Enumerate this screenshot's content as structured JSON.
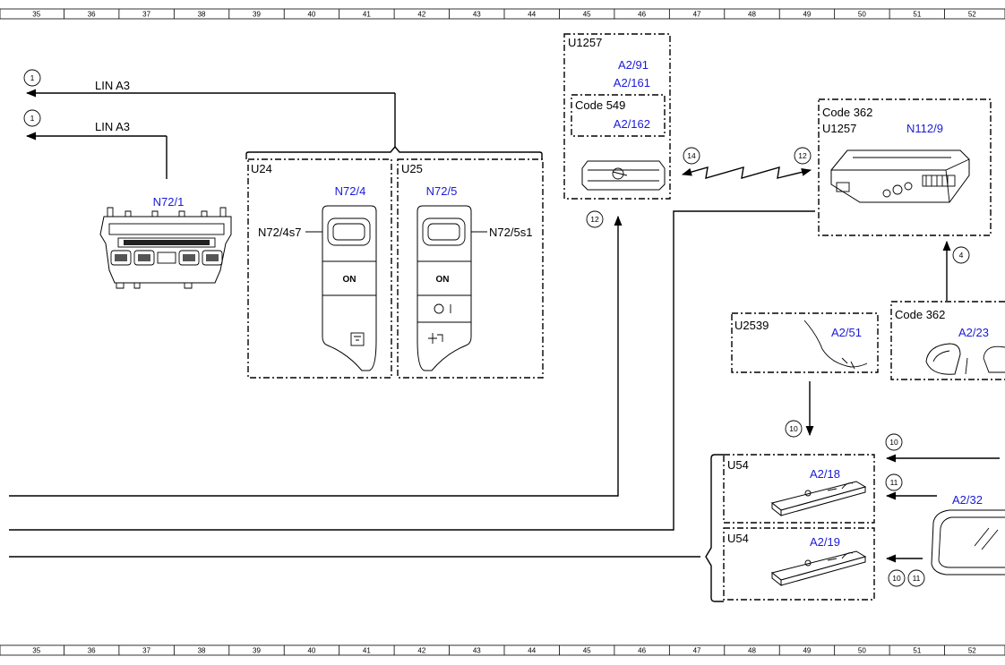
{
  "ruler": {
    "numbers": [
      "35",
      "36",
      "37",
      "38",
      "39",
      "40",
      "41",
      "42",
      "43",
      "44",
      "45",
      "46",
      "47",
      "48",
      "49",
      "50",
      "51",
      "52"
    ]
  },
  "components": {
    "u24": {
      "group": "U24",
      "part": "N72/4",
      "switch": "N72/4s7",
      "button_label": "ON"
    },
    "u25": {
      "group": "U25",
      "part": "N72/5",
      "switch": "N72/5s1",
      "button_label": "ON"
    },
    "n72_1": {
      "part": "N72/1"
    },
    "u1257_top": {
      "group": "U1257",
      "part1": "A2/91",
      "part2": "A2/161",
      "code": "Code 549",
      "code_part": "A2/162"
    },
    "right_module": {
      "code": "Code 362",
      "group": "U1257",
      "part": "N112/9"
    },
    "u2539": {
      "group": "U2539",
      "part": "A2/51"
    },
    "code362_mirror": {
      "code": "Code 362",
      "part": "A2/23"
    },
    "u54_a": {
      "group": "U54",
      "part": "A2/18"
    },
    "u54_b": {
      "group": "U54",
      "part": "A2/19"
    },
    "windshield": {
      "part": "A2/32"
    }
  },
  "lines": {
    "lin_a3_1": "LIN A3",
    "lin_a3_2": "LIN A3"
  },
  "callouts": {
    "c1a": "1",
    "c1b": "1",
    "c12a": "12",
    "c12b": "12",
    "c14": "14",
    "c4": "4",
    "c10a": "10",
    "c10b": "10",
    "c11a": "11",
    "c10c": "10",
    "c11b": "11"
  }
}
